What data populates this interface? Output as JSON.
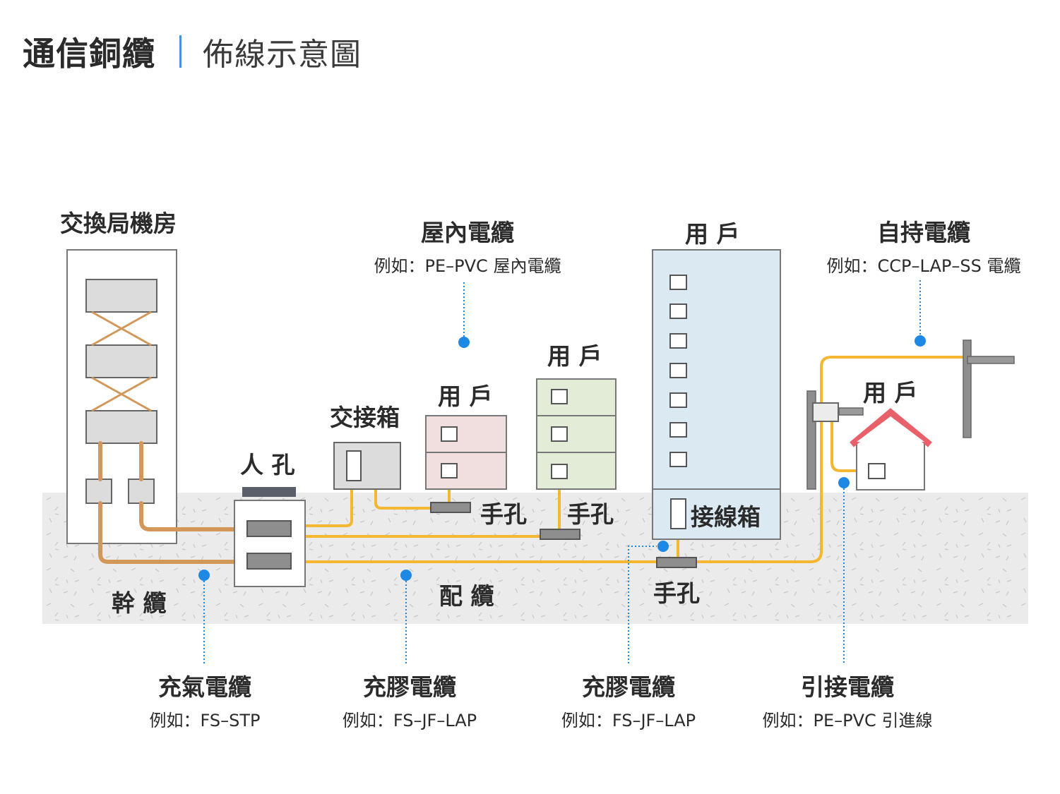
{
  "header": {
    "title": "通信銅纜",
    "subtitle": "佈線示意圖"
  },
  "labels": {
    "exchange": "交換局機房",
    "manhole": "人 孔",
    "cross_box": "交接箱",
    "user_pink": "用 戶",
    "user_green": "用 戶",
    "user_tall": "用 戶",
    "user_house": "用 戶",
    "handhole_1": "手孔",
    "handhole_2": "手孔",
    "handhole_3": "手孔",
    "junction_box": "接線箱",
    "trunk": "幹 纜",
    "distribution": "配 纜"
  },
  "callouts": {
    "indoor": {
      "title": "屋內電纜",
      "example": "例如：PE–PVC 屋內電纜"
    },
    "self_support": {
      "title": "自持電纜",
      "example": "例如：CCP–LAP–SS 電纜"
    },
    "gas_filled": {
      "title": "充氣電纜",
      "example": "例如：FS–STP"
    },
    "jelly_filled_1": {
      "title": "充膠電纜",
      "example": "例如：FS–JF–LAP"
    },
    "jelly_filled_2": {
      "title": "充膠電纜",
      "example": "例如：FS–JF–LAP"
    },
    "drop": {
      "title": "引接電纜",
      "example": "例如：PE–PVC 引進線"
    }
  },
  "colors": {
    "trunk_cable": "#d4975a",
    "distribution_cable": "#f3b731",
    "callout_dot": "#1e88e5",
    "ground": "#ebebeb",
    "user_pink": "#f1dfdf",
    "user_green": "#e2ecd6",
    "user_blue": "#dbe9f3",
    "roof": "#e8606a",
    "equipment": "#dcdcdc",
    "connector": "#888888"
  },
  "icons": [
    "exchange-building",
    "manhole",
    "cross-box",
    "handhole",
    "junction-box",
    "utility-pole",
    "house"
  ]
}
